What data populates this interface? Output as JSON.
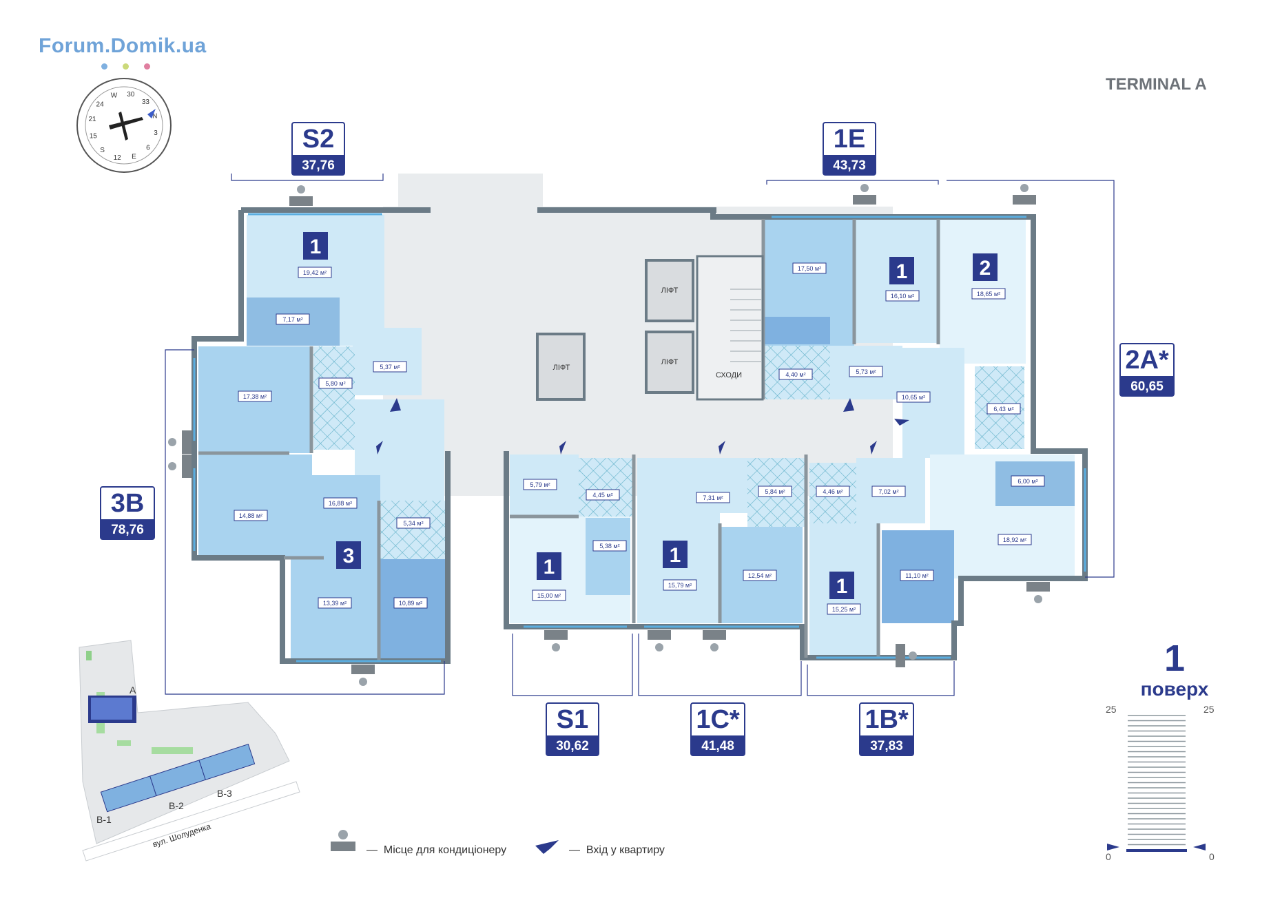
{
  "header": {
    "logo": "Forum.Domik.ua",
    "logo_dot_colors": [
      "#7fb0e0",
      "#cbd97a",
      "#e07fa0"
    ],
    "building_title": "TERMINAL A"
  },
  "compass": {
    "labels": [
      "30",
      "33",
      "N",
      "3",
      "6",
      "E",
      "12",
      "S",
      "15",
      "21",
      "24",
      "W"
    ]
  },
  "apartments": [
    {
      "code": "S2",
      "area": "37,76"
    },
    {
      "code": "1E",
      "area": "43,73"
    },
    {
      "code": "2A*",
      "area": "60,65"
    },
    {
      "code": "3B",
      "area": "78,76"
    },
    {
      "code": "S1",
      "area": "30,62"
    },
    {
      "code": "1C*",
      "area": "41,48"
    },
    {
      "code": "1B*",
      "area": "37,83"
    }
  ],
  "room_counts": [
    "1",
    "1",
    "2",
    "3",
    "1",
    "1",
    "1"
  ],
  "room_areas": [
    "19,42 м²",
    "7,17 м²",
    "5,37 м²",
    "5,80 м²",
    "17,38 м²",
    "16,88 м²",
    "14,88 м²",
    "5,34 м²",
    "13,39 м²",
    "10,89 м²",
    "17,50 м²",
    "16,10 м²",
    "18,65 м²",
    "4,40 м²",
    "5,73 м²",
    "10,65 м²",
    "6,43 м²",
    "6,00 м²",
    "18,92 м²",
    "5,79 м²",
    "4,45 м²",
    "5,38 м²",
    "15,00 м²",
    "7,31 м²",
    "5,84 м²",
    "15,79 м²",
    "12,54 м²",
    "4,46 м²",
    "7,02 м²",
    "15,25 м²",
    "11,10 м²"
  ],
  "core_labels": {
    "lift": "ЛІФТ",
    "stairs": "СХОДИ"
  },
  "site_plan": {
    "blocks": [
      "A",
      "B-1",
      "B-2",
      "B-3"
    ],
    "street": "вул. Шолуденка"
  },
  "floor": {
    "number": "1",
    "label": "поверх"
  },
  "floor_scale": {
    "top_left": "25",
    "top_right": "25",
    "bottom_left": "0",
    "bottom_right": "0"
  },
  "legend": {
    "ac": "Місце для кондиціонеру",
    "entry": "Вхід у квартиру"
  },
  "colors": {
    "brand_blue": "#2b3a8c",
    "room_light": "#cfe9f7",
    "room_mid": "#a9d3ef",
    "room_dark": "#7fb1e0",
    "wall": "#6b7b86"
  }
}
